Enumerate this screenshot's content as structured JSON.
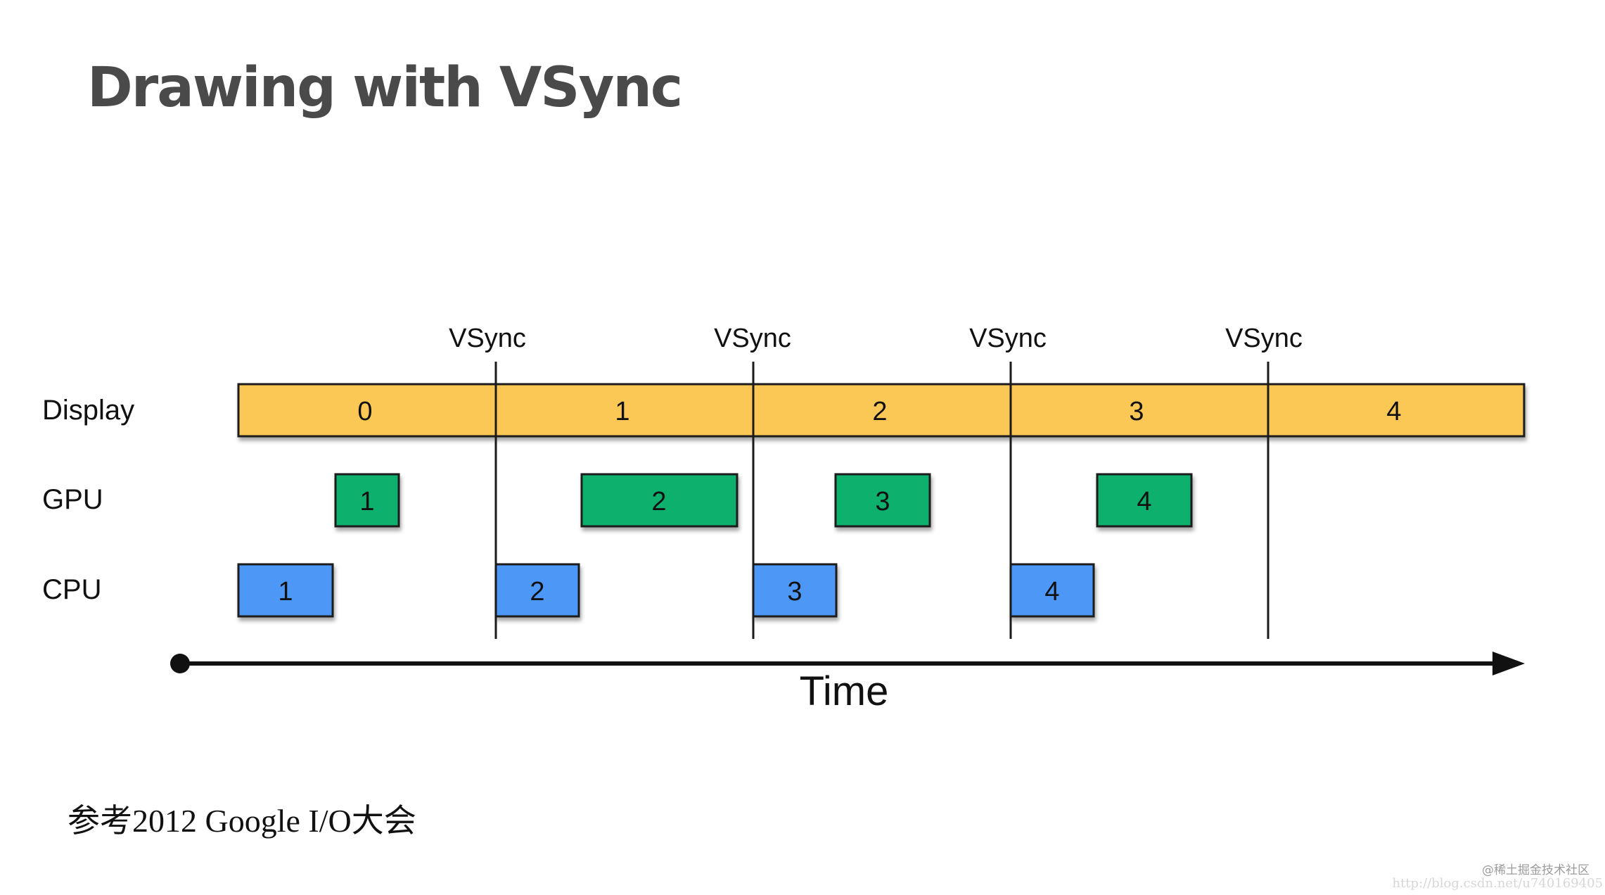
{
  "title": "Drawing with VSync",
  "diagram": {
    "rows": [
      "Display",
      "GPU",
      "CPU"
    ],
    "vsync_label": "VSync",
    "vsync_count": 4,
    "display_frames": [
      "0",
      "1",
      "2",
      "3",
      "4"
    ],
    "gpu_frames": [
      "1",
      "2",
      "3",
      "4"
    ],
    "cpu_frames": [
      "1",
      "2",
      "3",
      "4"
    ],
    "axis_label": "Time"
  },
  "colors": {
    "display": "#fcc855",
    "gpu": "#0fb06c",
    "cpu": "#4e97f7",
    "outline": "#1a1a1a",
    "title": "#4a4a4a"
  },
  "caption": "参考2012 Google I/O大会",
  "watermark": {
    "line1": "@稀土掘金技术社区",
    "line2": "http://blog.csdn.net/u740169405"
  }
}
